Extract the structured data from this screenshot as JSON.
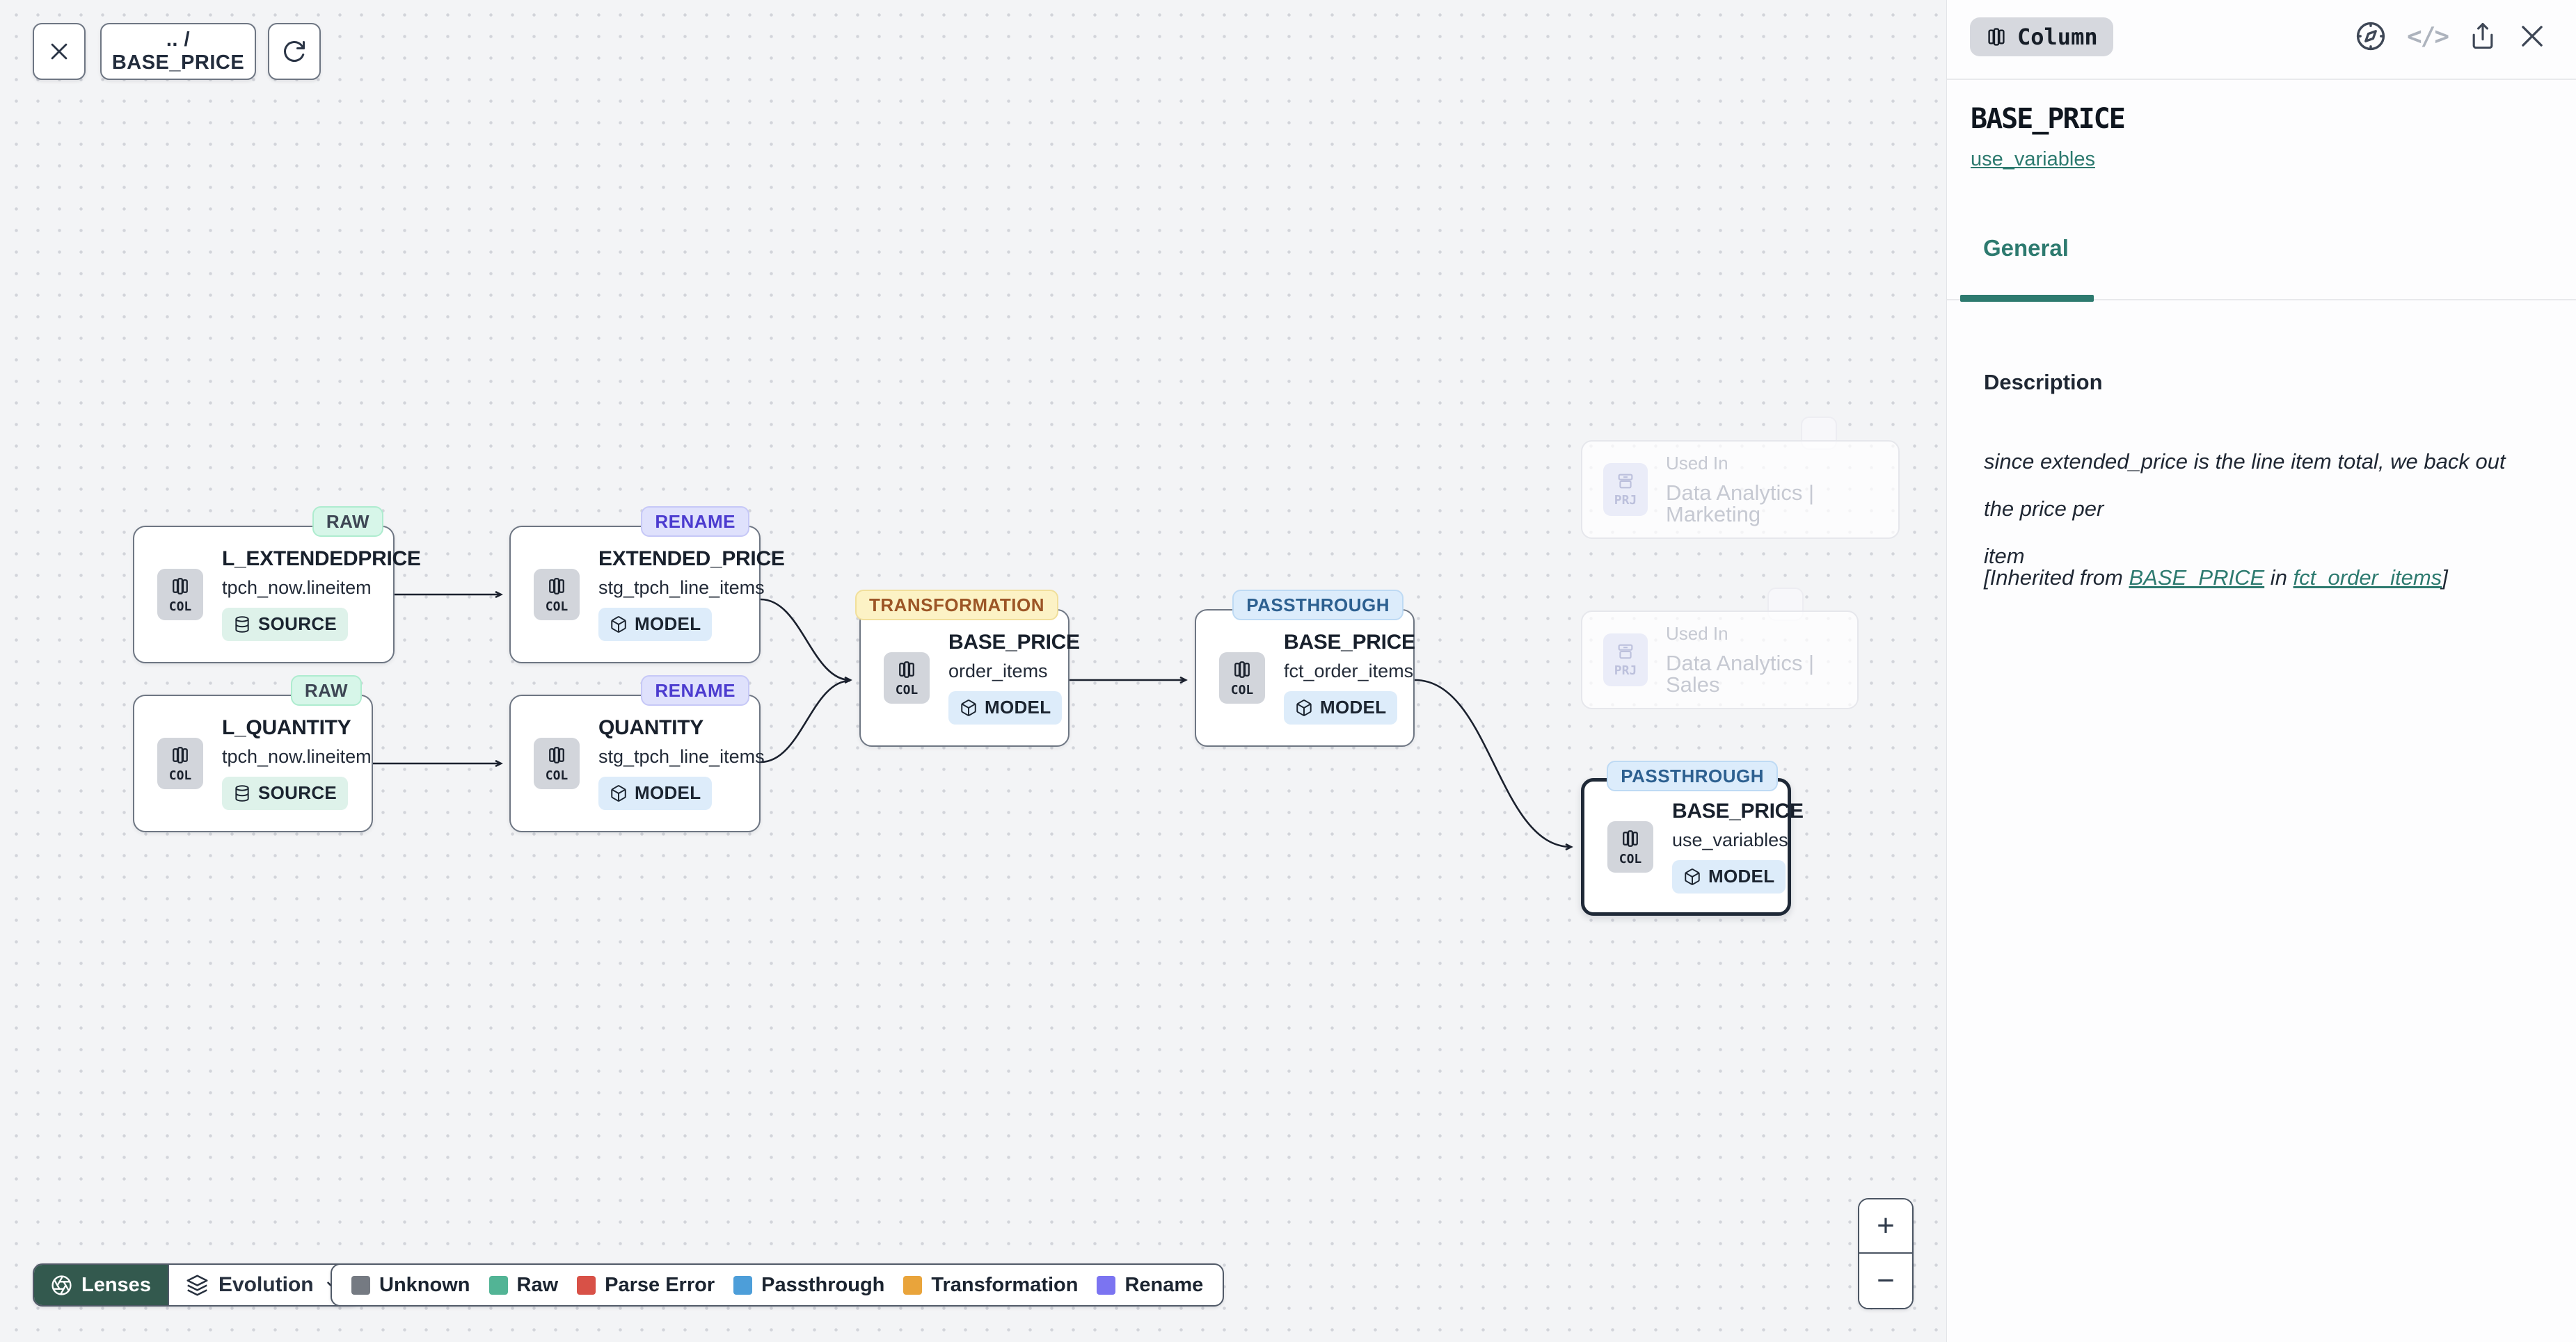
{
  "toolbar": {
    "breadcrumb": ".. / BASE_PRICE"
  },
  "canvas": {
    "nodes": [
      {
        "tag": "RAW",
        "title": "L_EXTENDEDPRICE",
        "subtitle": "tpch_now.lineitem",
        "entity": "COL",
        "type": "SOURCE"
      },
      {
        "tag": "RENAME",
        "title": "EXTENDED_PRICE",
        "subtitle": "stg_tpch_line_items",
        "entity": "COL",
        "type": "MODEL"
      },
      {
        "tag": "RAW",
        "title": "L_QUANTITY",
        "subtitle": "tpch_now.lineitem",
        "entity": "COL",
        "type": "SOURCE"
      },
      {
        "tag": "RENAME",
        "title": "QUANTITY",
        "subtitle": "stg_tpch_line_items",
        "entity": "COL",
        "type": "MODEL"
      },
      {
        "tag": "TRANSFORMATION",
        "title": "BASE_PRICE",
        "subtitle": "order_items",
        "entity": "COL",
        "type": "MODEL"
      },
      {
        "tag": "PASSTHROUGH",
        "title": "BASE_PRICE",
        "subtitle": "fct_order_items",
        "entity": "COL",
        "type": "MODEL"
      },
      {
        "tag": "PASSTHROUGH",
        "title": "BASE_PRICE",
        "subtitle": "use_variables",
        "entity": "COL",
        "type": "MODEL"
      }
    ],
    "used_in": [
      {
        "chip": "PRJ",
        "label": "Used In",
        "project": "Data Analytics | Marketing"
      },
      {
        "chip": "PRJ",
        "label": "Used In",
        "project": "Data Analytics | Sales"
      }
    ]
  },
  "controls": {
    "lenses_label": "Lenses",
    "evolution_label": "Evolution"
  },
  "legend": {
    "items": [
      {
        "label": "Unknown",
        "color": "#757a82"
      },
      {
        "label": "Raw",
        "color": "#52b495"
      },
      {
        "label": "Parse Error",
        "color": "#d85147"
      },
      {
        "label": "Passthrough",
        "color": "#4d9ed9"
      },
      {
        "label": "Transformation",
        "color": "#e9a43b"
      },
      {
        "label": "Rename",
        "color": "#7b74f1"
      }
    ]
  },
  "zoom": {
    "in": "+",
    "out": "−"
  },
  "panel": {
    "type_badge": "Column",
    "title": "BASE_PRICE",
    "subtitle_link": "use_variables",
    "tab": "General",
    "description": {
      "label": "Description",
      "line1": "since extended_price is the line item total, we back out the price per",
      "line2": "item",
      "inherited_prefix": "[Inherited from ",
      "inherited_link1": "BASE_PRICE",
      "inherited_middle": " in ",
      "inherited_link2": "fct_order_items",
      "inherited_suffix": "]"
    }
  }
}
